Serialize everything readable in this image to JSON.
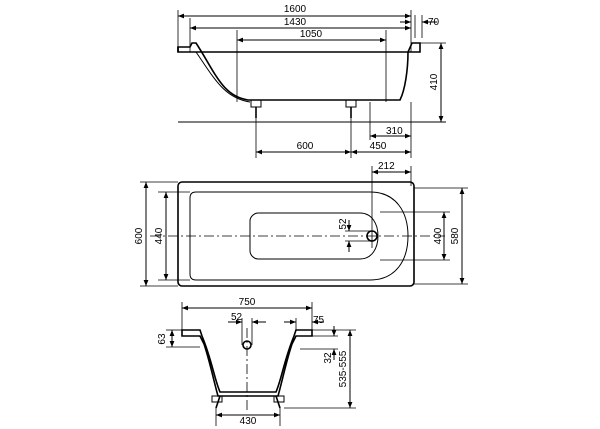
{
  "side_view": {
    "total_length": "1600",
    "rim_length": "1430",
    "bottom_length": "1050",
    "rim_right": "70",
    "height": "410",
    "drain_offset": "310",
    "feet_spacing": "600",
    "feet_right": "450"
  },
  "top_view": {
    "drain_distance": "212",
    "drain_diameter": "52",
    "width_outer": "600",
    "inner_width": "440",
    "inner_width_right": "400",
    "width_right": "580"
  },
  "end_view": {
    "top_width": "750",
    "overflow_diameter": "52",
    "rim_right": "75",
    "rim_height": "63",
    "overflow_drop": "32",
    "height_range": "535-555",
    "feet_width": "430"
  }
}
